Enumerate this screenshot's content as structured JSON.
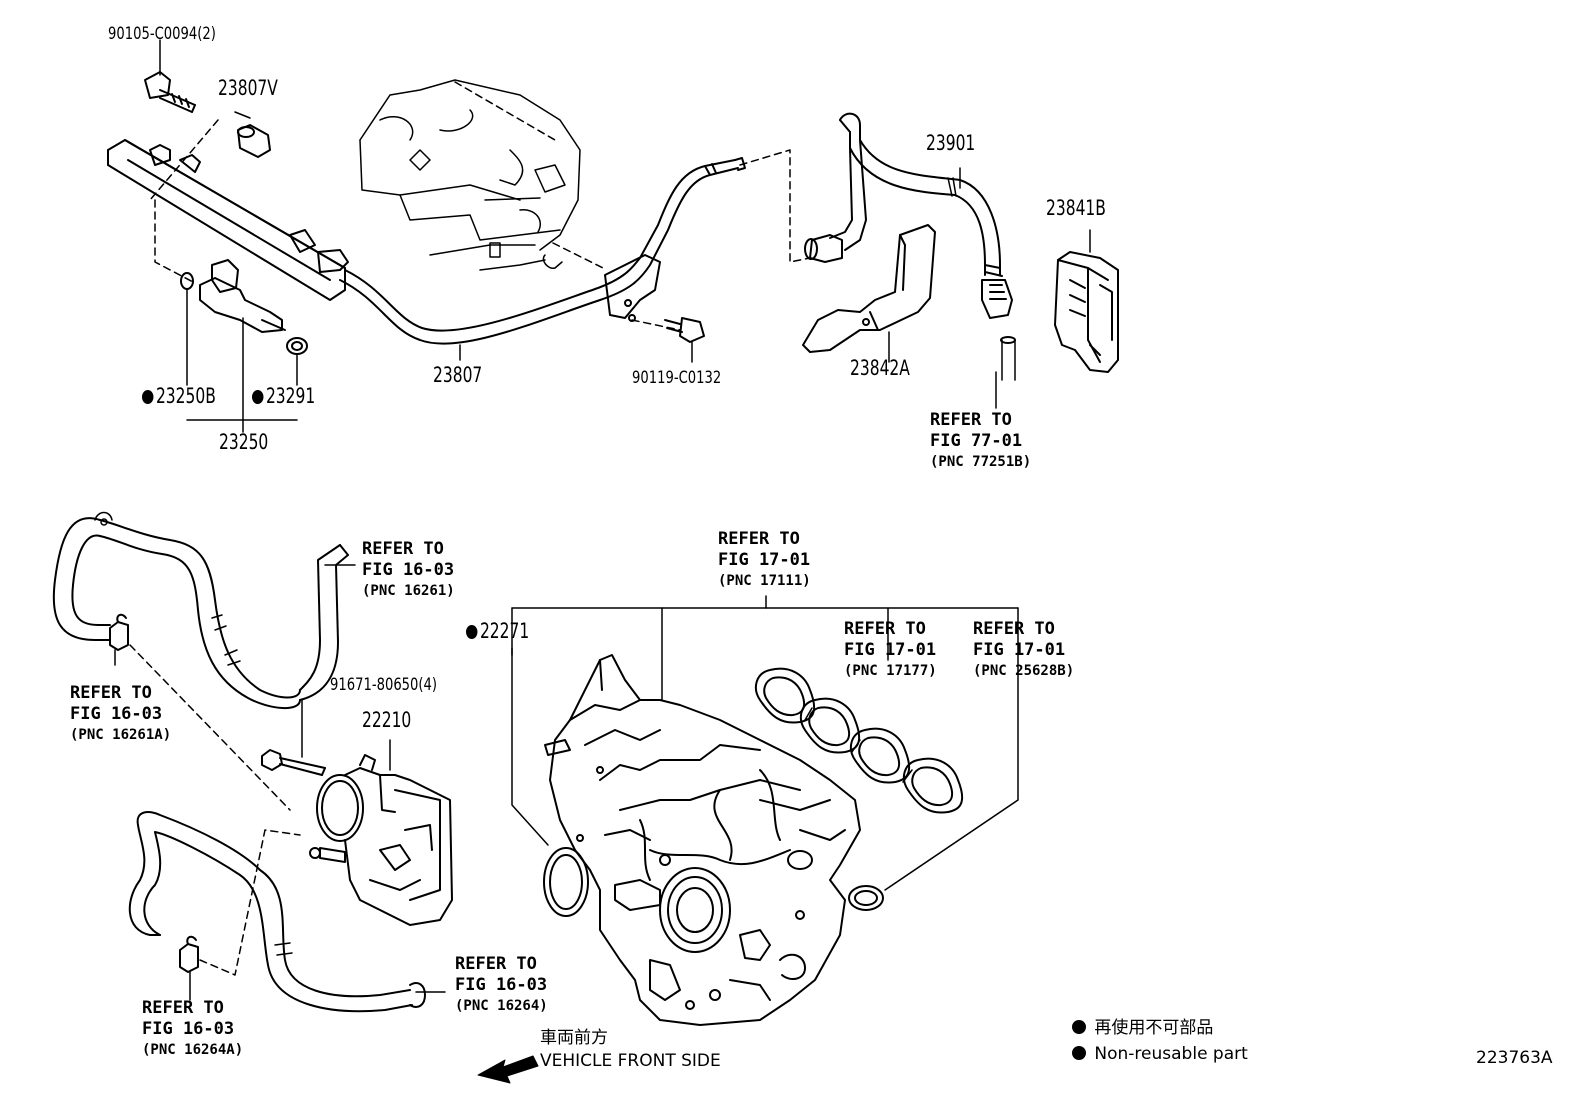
{
  "callouts": {
    "p90105": "90105-C0094(2)",
    "p23807V": "23807V",
    "p23901": "23901",
    "p23841B": "23841B",
    "p23842A": "23842A",
    "p23807": "23807",
    "p90119": "90119-C0132",
    "p23250B": "23250B",
    "p23291": "23291",
    "p23250": "23250",
    "p22271": "22271",
    "p91671": "91671-80650(4)",
    "p22210": "22210"
  },
  "references": {
    "fig77": {
      "line1": "REFER TO",
      "line2": "FIG 77-01",
      "line3": "(PNC 77251B)"
    },
    "fig16a": {
      "line1": "REFER TO",
      "line2": "FIG 16-03",
      "line3": "(PNC 16261)"
    },
    "fig16b": {
      "line1": "REFER TO",
      "line2": "FIG 16-03",
      "line3": "(PNC 16261A)"
    },
    "fig17a": {
      "line1": "REFER TO",
      "line2": "FIG 17-01",
      "line3": "(PNC 17111)"
    },
    "fig17b": {
      "line1": "REFER TO",
      "line2": "FIG 17-01",
      "line3": "(PNC 17177)"
    },
    "fig17c": {
      "line1": "REFER TO",
      "line2": "FIG 17-01",
      "line3": "(PNC 25628B)"
    },
    "fig16c": {
      "line1": "REFER TO",
      "line2": "FIG 16-03",
      "line3": "(PNC 16264)"
    },
    "fig16d": {
      "line1": "REFER TO",
      "line2": "FIG 16-03",
      "line3": "(PNC 16264A)"
    }
  },
  "front": {
    "jp": "車両前方",
    "en": "VEHICLE FRONT SIDE"
  },
  "legend": {
    "jp": "再使用不可部品",
    "en": "Non-reusable part"
  },
  "diagram_id": "223763A"
}
